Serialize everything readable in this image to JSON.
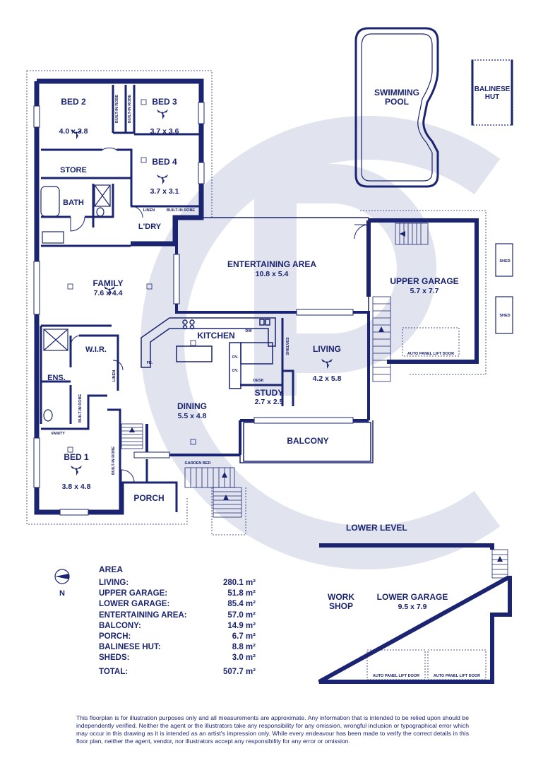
{
  "rooms": {
    "bed2": {
      "name": "BED 2",
      "size": "4.0 x 3.8"
    },
    "bed3": {
      "name": "BED 3",
      "size": "3.7 x 3.6"
    },
    "bed4": {
      "name": "BED 4",
      "size": "3.7 x 3.1"
    },
    "store": {
      "name": "STORE"
    },
    "bath": {
      "name": "BATH"
    },
    "laundry": {
      "name": "L'DRY"
    },
    "family": {
      "name": "FAMILY",
      "size": "7.6 x 4.4"
    },
    "entertaining": {
      "name": "ENTERTAINING AREA",
      "size": "10.8 x 5.4"
    },
    "kitchen": {
      "name": "KITCHEN"
    },
    "wir": {
      "name": "W.I.R."
    },
    "ensuite": {
      "name": "ENS."
    },
    "living": {
      "name": "LIVING",
      "size": "4.2 x 5.8"
    },
    "study": {
      "name": "STUDY",
      "size": "2.7 x 2.5"
    },
    "dining": {
      "name": "DINING",
      "size": "5.5 x 4.8"
    },
    "balcony": {
      "name": "BALCONY"
    },
    "bed1": {
      "name": "BED 1",
      "size": "3.8 x 4.8"
    },
    "porch": {
      "name": "PORCH"
    },
    "upper_garage": {
      "name": "UPPER GARAGE",
      "size": "5.7 x 7.7"
    },
    "pool": {
      "line1": "SWIMMING",
      "line2": "POOL"
    },
    "hut": {
      "line1": "BALINESE",
      "line2": "HUT"
    },
    "lower_garage": {
      "name": "LOWER GARAGE",
      "size": "9.5 x 7.9"
    },
    "workshop": {
      "line1": "WORK",
      "line2": "SHOP"
    }
  },
  "fixtures": {
    "built_in_robe": "BUILT-IN ROBE",
    "linen": "LINEN",
    "shelves": "SHELVES",
    "desk": "DESK",
    "dw": "DW",
    "fr": "FR.",
    "ov": "OV.",
    "vanity": "VANITY",
    "garden_bed": "GARDEN BED",
    "shed": "SHED",
    "auto_door": "AUTO PANEL LIFT DOOR"
  },
  "lower_level_title": "LOWER LEVEL",
  "compass_label": "N",
  "area": {
    "title": "AREA",
    "rows": [
      {
        "label": "LIVING:",
        "value": "280.1 m²"
      },
      {
        "label": "UPPER GARAGE:",
        "value": "51.8 m²"
      },
      {
        "label": "LOWER GARAGE:",
        "value": "85.4 m²"
      },
      {
        "label": "ENTERTAINING AREA:",
        "value": "57.0 m²"
      },
      {
        "label": "BALCONY:",
        "value": "14.9 m²"
      },
      {
        "label": "PORCH:",
        "value": "6.7 m²"
      },
      {
        "label": "BALINESE HUT:",
        "value": "8.8 m²"
      },
      {
        "label": "SHEDS:",
        "value": "3.0 m²"
      }
    ],
    "total": {
      "label": "TOTAL:",
      "value": "507.7 m²"
    }
  },
  "disclaimer": "This floorplan is for illustration purposes only and all measurements are approximate. Any information that is intended to be relied upon should be independently verified. Neither the agent or the illustrators take any responsibility for any omission, wrongful inclusion or typographical error which may occur in this drawing as it is intended as an artist's impression only. While every endeavour has been made to verify the correct details in this floor plan, neither the agent, vendor, nor illustrators accept any responsibility for any error or omission.",
  "colors": {
    "ink": "#1b2470",
    "watermark": "#dfe2ee"
  }
}
